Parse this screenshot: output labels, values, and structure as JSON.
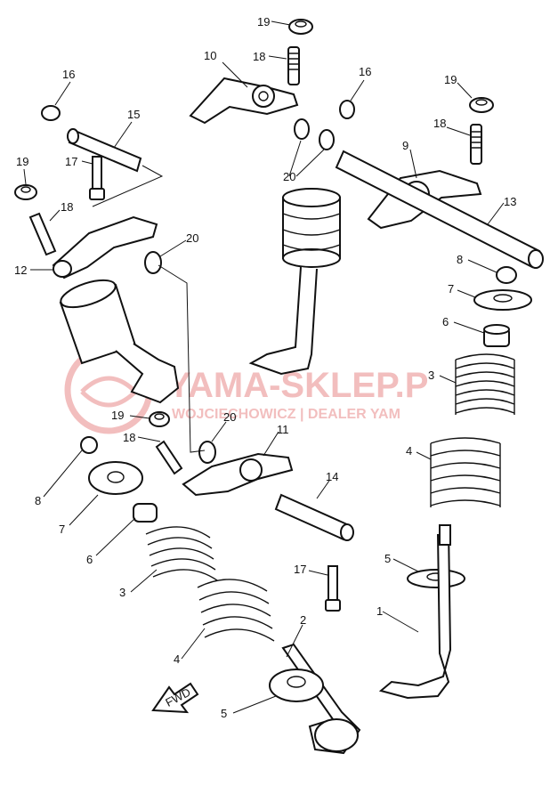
{
  "watermark": {
    "brand": "YAMA-SKLEP.P",
    "subline": "WOJCIECHOWICZ | DEALER YAM",
    "color": "#e88a8a"
  },
  "direction_mark": "FWD",
  "callouts": [
    {
      "id": "c-19a",
      "text": "19"
    },
    {
      "id": "c-10",
      "text": "10"
    },
    {
      "id": "c-18a",
      "text": "18"
    },
    {
      "id": "c-16a",
      "text": "16"
    },
    {
      "id": "c-16b",
      "text": "16"
    },
    {
      "id": "c-19b",
      "text": "19"
    },
    {
      "id": "c-15",
      "text": "15"
    },
    {
      "id": "c-18b",
      "text": "18"
    },
    {
      "id": "c-19c",
      "text": "19"
    },
    {
      "id": "c-17a",
      "text": "17"
    },
    {
      "id": "c-20a",
      "text": "20"
    },
    {
      "id": "c-9",
      "text": "9"
    },
    {
      "id": "c-18c",
      "text": "18"
    },
    {
      "id": "c-13",
      "text": "13"
    },
    {
      "id": "c-20b",
      "text": "20"
    },
    {
      "id": "c-12",
      "text": "12"
    },
    {
      "id": "c-8a",
      "text": "8"
    },
    {
      "id": "c-7a",
      "text": "7"
    },
    {
      "id": "c-6a",
      "text": "6"
    },
    {
      "id": "c-3a",
      "text": "3"
    },
    {
      "id": "c-19d",
      "text": "19"
    },
    {
      "id": "c-20c",
      "text": "20"
    },
    {
      "id": "c-11",
      "text": "11"
    },
    {
      "id": "c-18d",
      "text": "18"
    },
    {
      "id": "c-8b",
      "text": "8"
    },
    {
      "id": "c-4a",
      "text": "4"
    },
    {
      "id": "c-14",
      "text": "14"
    },
    {
      "id": "c-7b",
      "text": "7"
    },
    {
      "id": "c-6b",
      "text": "6"
    },
    {
      "id": "c-5a",
      "text": "5"
    },
    {
      "id": "c-17b",
      "text": "17"
    },
    {
      "id": "c-3b",
      "text": "3"
    },
    {
      "id": "c-1",
      "text": "1"
    },
    {
      "id": "c-2",
      "text": "2"
    },
    {
      "id": "c-4b",
      "text": "4"
    },
    {
      "id": "c-5b",
      "text": "5"
    }
  ]
}
